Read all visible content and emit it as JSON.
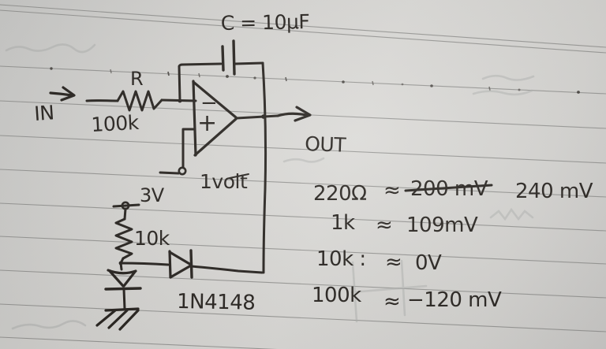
{
  "schematic": {
    "capacitor_label": "C = 10μF",
    "feedback_resistor_label": "R",
    "feedback_resistor_value": "100k",
    "input_label": "IN",
    "output_label": "OUT",
    "opamp_inverting_marker": "−",
    "opamp_noninverting_marker": "+",
    "reference_label": "1volt",
    "supply_label": "3V",
    "bias_resistor_value": "10k",
    "diode_label": "1N4148"
  },
  "measurements": {
    "rows": [
      {
        "resistance": "220Ω",
        "approx": "≈",
        "struck_value": "200 mV",
        "value": "240 mV"
      },
      {
        "resistance": "1k",
        "approx": "≈",
        "value": "109mV"
      },
      {
        "resistance": "10k :",
        "approx": "≈",
        "value": "0V"
      },
      {
        "resistance": "100k",
        "approx": "≈",
        "value": "−120 mV"
      }
    ]
  },
  "colors": {
    "ink": "#282420",
    "paper": "#d6d5d2",
    "rule_line": "#8d8d8b"
  }
}
